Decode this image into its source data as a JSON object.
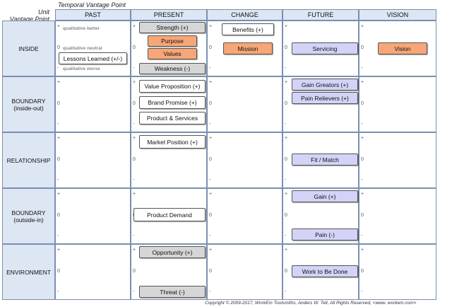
{
  "header": {
    "temporal_title": "Temporal  Vantage Point",
    "unit_title_line1": "Unit",
    "unit_title_line2": "Vantage Point",
    "columns": [
      "PAST",
      "PRESENT",
      "CHANGE",
      "FUTURE",
      "VISION"
    ]
  },
  "rows": [
    {
      "line1": "INSIDE",
      "line2": ""
    },
    {
      "line1": "BOUNDARY",
      "line2": "(inside-out)"
    },
    {
      "line1": "RELATIONSHIP",
      "line2": ""
    },
    {
      "line1": "BOUNDARY",
      "line2": "(outside-in)"
    },
    {
      "line1": "ENVIRONMENT",
      "line2": ""
    }
  ],
  "markers": {
    "plus": "+",
    "zero": "0",
    "minus": "-"
  },
  "qualitative": {
    "better": "qualitative better",
    "neutral": "qualitative neutral",
    "worse": "qualitative worse"
  },
  "boxes": {
    "strength": "Strength (+)",
    "purpose": "Purpose",
    "values": "Values",
    "weakness": "Weakness (-)",
    "lessons_learned": "Lessons Learned (+/-)",
    "benefits": "Benefits (+)",
    "mission": "Mission",
    "servicing": "Servicing",
    "vision": "Vision",
    "value_proposition": "Value Proposition (+)",
    "brand_promise": "Brand Promise (+)",
    "product_services": "Product & Services",
    "gain_creators": "Gain Greators (+)",
    "pain_relievers": "Pain Relievers (+)",
    "market_position": "Market Position (+)",
    "fit_match": "Fit / Match",
    "gain": "Gain (+)",
    "product_demand": "Product Demand",
    "pain": "Pain (-)",
    "opportunity": "Opportunity (+)",
    "work_to_be_done": "Work to Be Done",
    "threat": "Threat (-)"
  },
  "colors": {
    "header_bg": "#dde6f3",
    "grid_line": "#7a8fb0",
    "orange": "#f7a677",
    "purple": "#d3d3f7",
    "gray": "#d6d6d6"
  },
  "footer": {
    "copyright": "Copyright © 2009-2017, WorkEm Toolsmiths, Anders W. Tell, All Rights Reserved, <www. workem.com>"
  }
}
